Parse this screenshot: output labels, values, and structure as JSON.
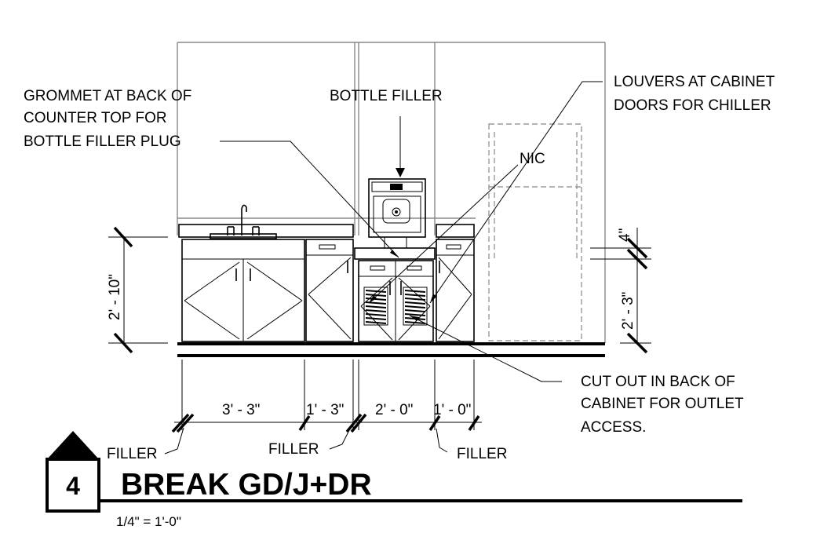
{
  "notes": {
    "grommet": [
      "GROMMET AT BACK OF",
      "COUNTER TOP FOR",
      "BOTTLE FILLER PLUG"
    ],
    "bottle_filler": "BOTTLE FILLER",
    "louvers": [
      "LOUVERS AT CABINET",
      "DOORS FOR CHILLER"
    ],
    "nic": "NIC",
    "cutout": [
      "CUT OUT IN BACK OF",
      "CABINET FOR OUTLET",
      "ACCESS."
    ]
  },
  "dimensions": {
    "counter_height": "2' - 10\"",
    "lower_height": "2' - 3\"",
    "four_in": "4\"",
    "widths": [
      "3' - 3\"",
      "1' - 3\"",
      "2' - 0\"",
      "1' - 0\""
    ]
  },
  "filler_labels": [
    "FILLER",
    "FILLER",
    "FILLER"
  ],
  "title_block": {
    "number": "4",
    "title": "BREAK GD/J+DR",
    "scale": "1/4\" = 1'-0\""
  }
}
